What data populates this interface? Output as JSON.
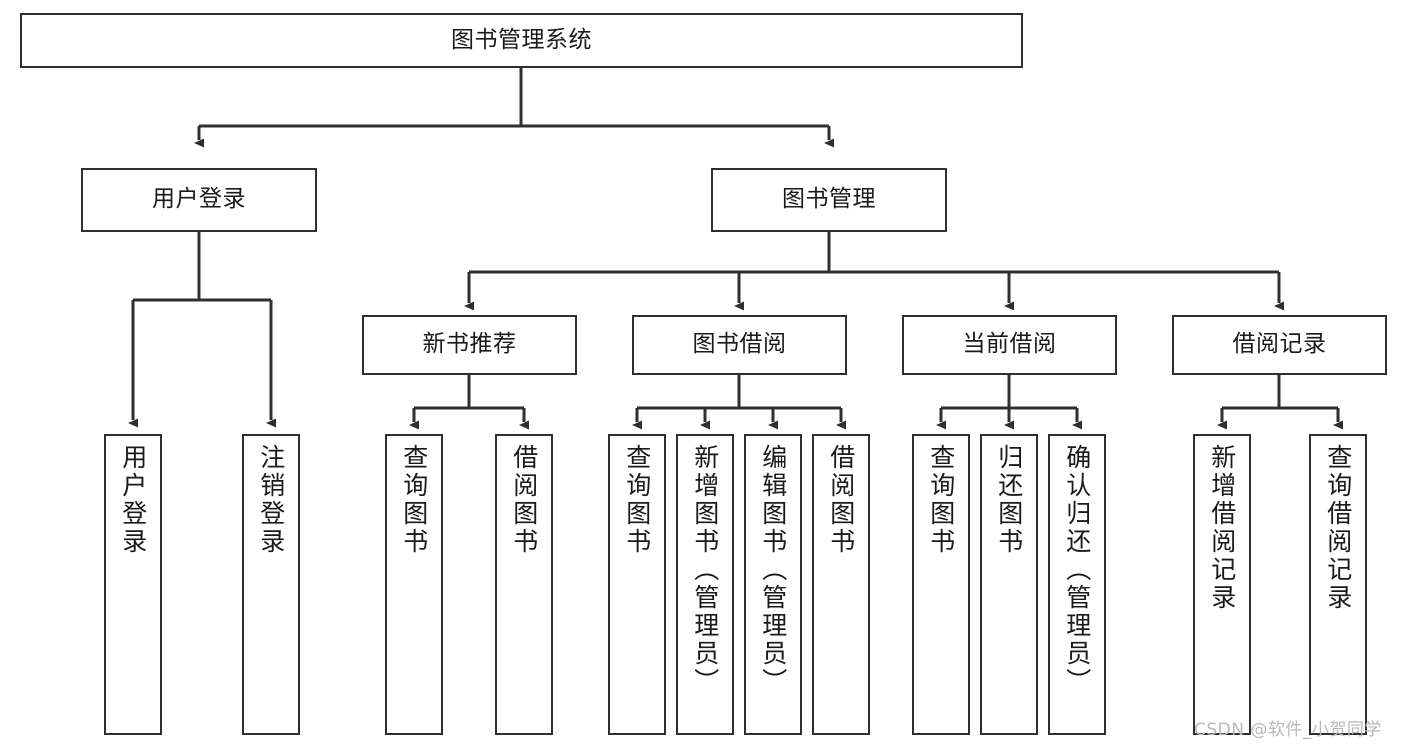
{
  "diagram": {
    "title": "图书管理系统",
    "type": "tree-hierarchy",
    "root": {
      "label": "图书管理系统"
    },
    "level2": [
      {
        "label": "用户登录"
      },
      {
        "label": "图书管理"
      }
    ],
    "level3": [
      {
        "label": "新书推荐"
      },
      {
        "label": "图书借阅"
      },
      {
        "label": "当前借阅"
      },
      {
        "label": "借阅记录"
      }
    ],
    "leaves": {
      "user_login": [
        {
          "label": "用户登录"
        },
        {
          "label": "注销登录"
        }
      ],
      "new_book_recommend": [
        {
          "label": "查询图书"
        },
        {
          "label": "借阅图书"
        }
      ],
      "book_borrow": [
        {
          "label": "查询图书"
        },
        {
          "label": "新增图书（管理员）"
        },
        {
          "label": "编辑图书（管理员）"
        },
        {
          "label": "借阅图书"
        }
      ],
      "current_borrow": [
        {
          "label": "查询图书"
        },
        {
          "label": "归还图书"
        },
        {
          "label": "确认归还（管理员）"
        }
      ],
      "borrow_record": [
        {
          "label": "新增借阅记录"
        },
        {
          "label": "查询借阅记录"
        }
      ]
    }
  },
  "watermark": {
    "text": "CSDN @软件_小贺同学"
  },
  "colors": {
    "stroke": "#2f2f2f",
    "background": "#ffffff",
    "text": "#1a1a1a",
    "watermark": "#b8b8b8"
  }
}
